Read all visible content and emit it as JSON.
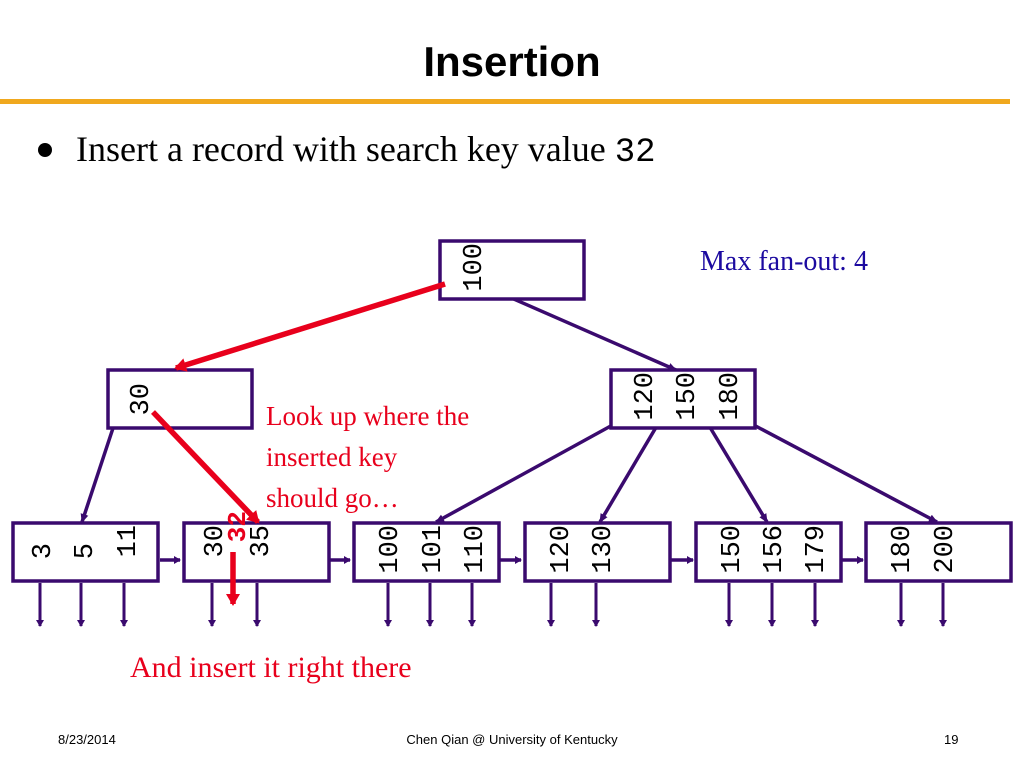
{
  "slide": {
    "title": "Insertion",
    "bullet_text": "Insert a record with search key value ",
    "bullet_key": "32",
    "annotation_lookup": [
      "Look up where the",
      "inserted key",
      "should go…"
    ],
    "annotation_insert": "And insert it right there",
    "annotation_fanout": "Max fan-out: 4"
  },
  "tree": {
    "root": {
      "keys": [
        "100"
      ]
    },
    "internal": [
      {
        "keys": [
          "30"
        ]
      },
      {
        "keys": [
          "120",
          "150",
          "180"
        ]
      }
    ],
    "leaves": [
      {
        "keys": [
          "3",
          "5",
          "11"
        ]
      },
      {
        "keys": [
          "30",
          "35"
        ],
        "inserted_key": "32"
      },
      {
        "keys": [
          "100",
          "101",
          "110"
        ]
      },
      {
        "keys": [
          "120",
          "130"
        ]
      },
      {
        "keys": [
          "150",
          "156",
          "179"
        ]
      },
      {
        "keys": [
          "180",
          "200"
        ]
      }
    ]
  },
  "colors": {
    "node_border": "#3a0a6e",
    "highlight": "#e8001c",
    "rule": "#f0a81e",
    "note_blue": "#1c0aa0"
  },
  "footer": {
    "date": "8/23/2014",
    "author": "Chen Qian @ University of Kentucky",
    "page": "19"
  }
}
